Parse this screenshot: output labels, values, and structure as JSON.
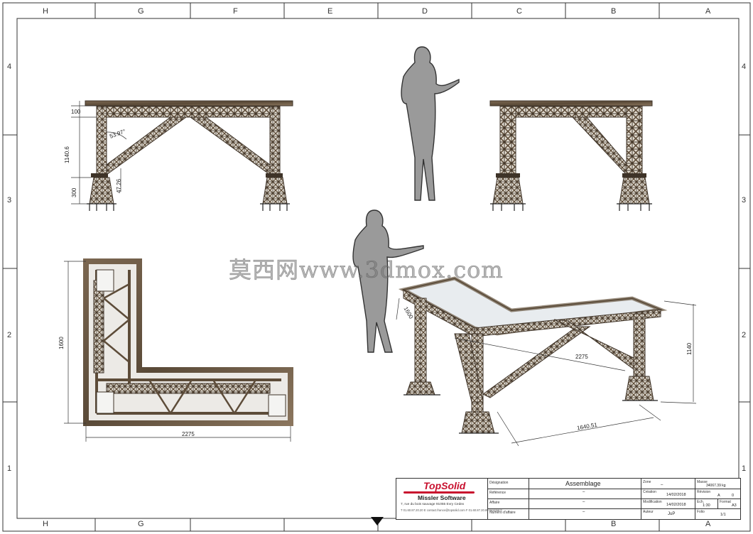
{
  "sheet": {
    "col_letters": [
      "H",
      "G",
      "F",
      "E",
      "D",
      "C",
      "B",
      "A"
    ],
    "row_numbers": [
      "4",
      "3",
      "2",
      "1"
    ]
  },
  "watermark": "莫西网www.3dmox.com",
  "dimensions": {
    "front_top": "100",
    "front_height": "1140.6",
    "front_base": "300",
    "front_angle": "53.97°",
    "front_small": "47.26",
    "plan_height": "1600",
    "plan_width": "2275",
    "iso_depth": "1600",
    "iso_width": "2275",
    "iso_height": "1140",
    "iso_diag": "1640.51"
  },
  "title_block": {
    "logo": "TopSolid",
    "company": "Missler Software",
    "address": "7, rue du bois sauvage 91055 Evry Cedex",
    "contact": "T 01.60.87.20.20   E contact.france@topsolid.com   F 01.60.87.20.89   topsolid.fr",
    "designation_label": "Désignation",
    "designation_value": "Assemblage",
    "reference_label": "Référence",
    "reference_value": "–",
    "affaire_label": "Affaire",
    "affaire_value": "–",
    "numero_label": "Numéro d'affaire",
    "numero_value": "–",
    "zone_label": "Zone",
    "zone_value": "–",
    "creation_label": "Création",
    "creation_value": "14/02/2018",
    "modif_label": "Modification",
    "modif_value": "14/02/2018",
    "auteur_label": "Auteur",
    "auteur_value": "JuP",
    "masse_label": "Masse",
    "masse_value": "34067.39 kg",
    "revision_label": "Révision",
    "revision_value": "A",
    "revision_num": "0",
    "echelle_label": "Ech.",
    "echelle_value": "1:30",
    "format_label": "Format",
    "format_value": "A3",
    "folio_label": "Folio",
    "folio_value": "1/1"
  },
  "colors": {
    "frame": "#333333",
    "truss": "#6b5a44",
    "truss_dark": "#3e3328",
    "glass": "#e8ecef",
    "person": "#9a9a9a",
    "logo_red": "#c8102e"
  }
}
